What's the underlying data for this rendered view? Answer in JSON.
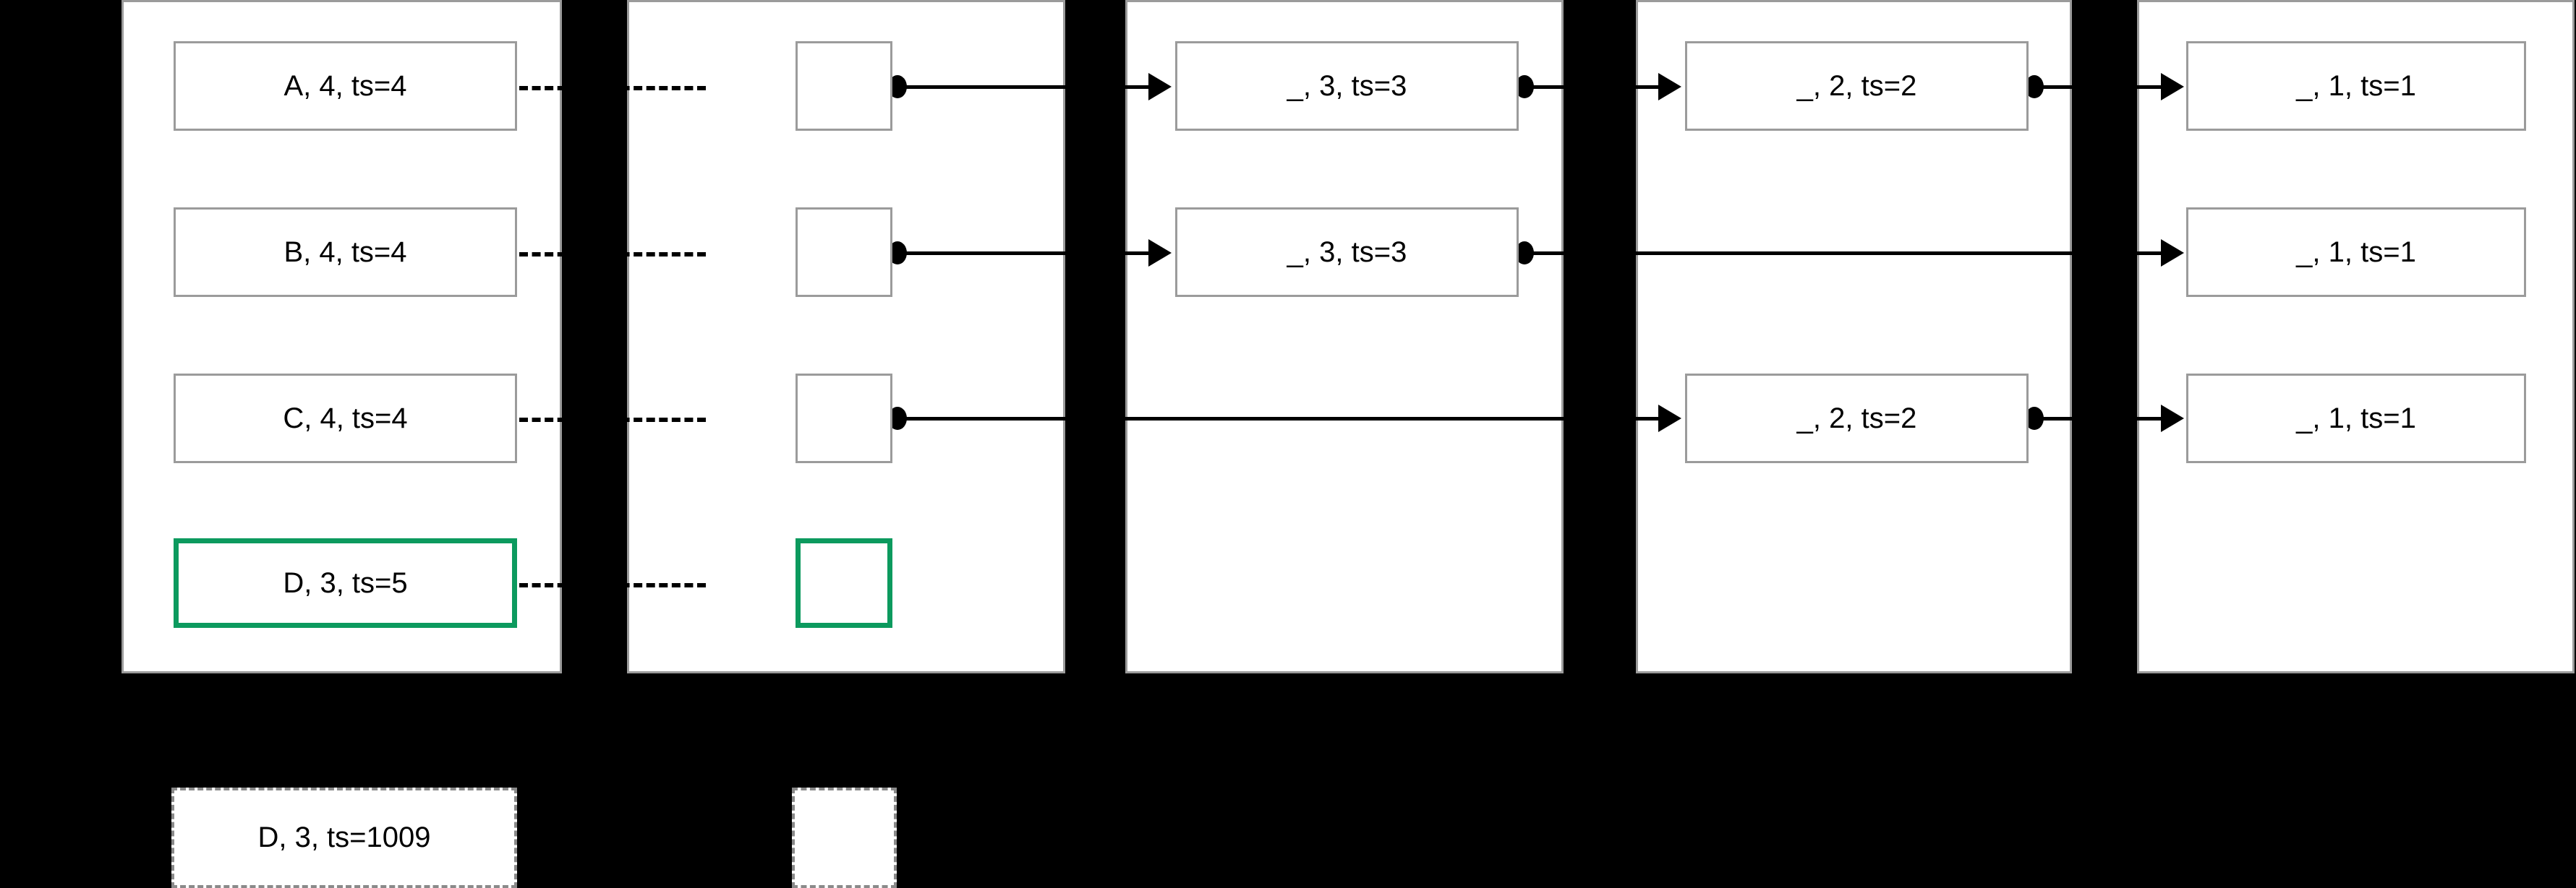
{
  "diagram": {
    "title": "log-replication-truncation-diagram",
    "background_color": "#000000",
    "panel_fill": "#ffffff",
    "panel_border_color": "#9b9b9b",
    "highlight_color": "#0c9a5e",
    "edge_color": "#000000",
    "legend_border_color": "#8a8a8a"
  },
  "columns": [
    {
      "id": "col-1",
      "nodes": [
        {
          "id": "n-1-1",
          "label": "A, 4, ts=4",
          "highlight": false
        },
        {
          "id": "n-1-2",
          "label": "B, 4, ts=4",
          "highlight": false
        },
        {
          "id": "n-1-3",
          "label": "C, 4, ts=4",
          "highlight": false
        },
        {
          "id": "n-1-4",
          "label": "D, 3, ts=5",
          "highlight": true
        }
      ]
    },
    {
      "id": "col-2",
      "nodes": [
        {
          "id": "n-2-1",
          "label": "",
          "highlight": false
        },
        {
          "id": "n-2-2",
          "label": "",
          "highlight": false
        },
        {
          "id": "n-2-3",
          "label": "",
          "highlight": false
        },
        {
          "id": "n-2-4",
          "label": "",
          "highlight": true
        }
      ]
    },
    {
      "id": "col-3",
      "nodes": [
        {
          "id": "n-3-1",
          "label": "_, 3, ts=3",
          "highlight": false
        },
        {
          "id": "n-3-2",
          "label": "_, 3, ts=3",
          "highlight": false
        }
      ]
    },
    {
      "id": "col-4",
      "nodes": [
        {
          "id": "n-4-1",
          "label": "_, 2, ts=2",
          "highlight": false
        },
        {
          "id": "n-4-3",
          "label": "_, 2, ts=2",
          "highlight": false
        }
      ]
    },
    {
      "id": "col-5",
      "nodes": [
        {
          "id": "n-5-1",
          "label": "_, 1, ts=1",
          "highlight": false
        },
        {
          "id": "n-5-2",
          "label": "_, 1, ts=1",
          "highlight": false
        },
        {
          "id": "n-5-3",
          "label": "_, 1, ts=1",
          "highlight": false
        }
      ]
    }
  ],
  "legend": {
    "entries": [
      {
        "id": "legend-1",
        "label": "D, 3, ts=1009"
      },
      {
        "id": "legend-2",
        "label": ""
      }
    ]
  }
}
